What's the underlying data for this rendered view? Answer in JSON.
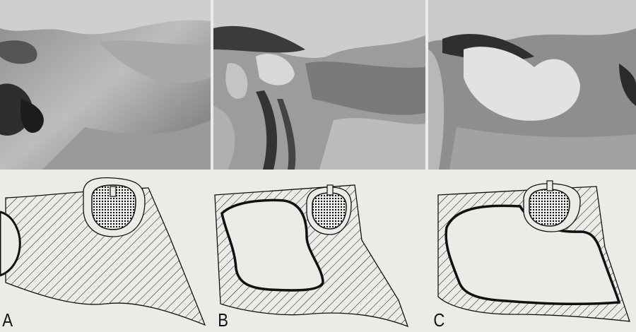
{
  "panels": [
    {
      "label": "A"
    },
    {
      "label": "B"
    },
    {
      "label": "C"
    }
  ],
  "colors": {
    "background": "#ecebe8",
    "ink": "#111111",
    "photo_dark": "#3a3a3a",
    "photo_light": "#c9c9c9"
  }
}
